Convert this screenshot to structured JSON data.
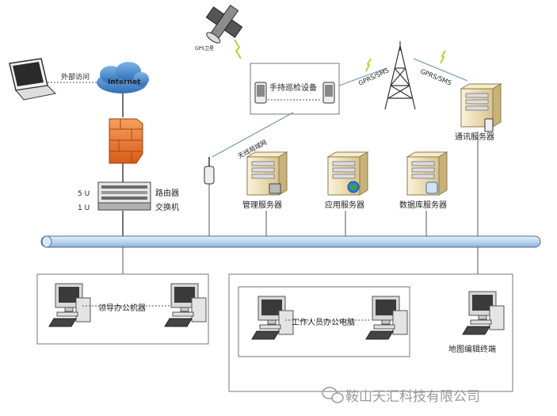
{
  "labels": {
    "external_access": "外部访问",
    "internet": "Internet",
    "gps_satellite": "GPS卫星",
    "handheld_device": "手持巡检设备",
    "gprs_sms_left": "GPRS/SMS",
    "gprs_sms_right": "GPRS/SMS",
    "wireless_lan": "无线局域网",
    "router": "路由器",
    "switch": "交换机",
    "router_unit": "5 U",
    "switch_unit": "1 U",
    "management_server": "管理服务器",
    "application_server": "应用服务器",
    "database_server": "数据库服务器",
    "communication_server": "通讯服务器",
    "leader_office": "领导办公机器",
    "staff_office": "工作人员办公电脑",
    "map_editing_terminal": "地图编辑终端",
    "watermark": "鞍山天汇科技有限公司"
  },
  "icons": {
    "laptop": "laptop-icon",
    "cloud": "cloud-icon",
    "satellite": "satellite-icon",
    "firewall": "firewall-icon",
    "rack": "rack-icon",
    "tower": "antenna-tower-icon",
    "server": "server-icon",
    "pc": "desktop-pc-icon",
    "wechat": "wechat-icon"
  },
  "colors": {
    "bus": "#bcd6ee",
    "bus_stroke": "#4a6f95",
    "line": "#555555",
    "box": "#777777",
    "server_body": "#f2e3b8",
    "firewall": "#e8732a",
    "cloud": "#4f8fd0"
  }
}
